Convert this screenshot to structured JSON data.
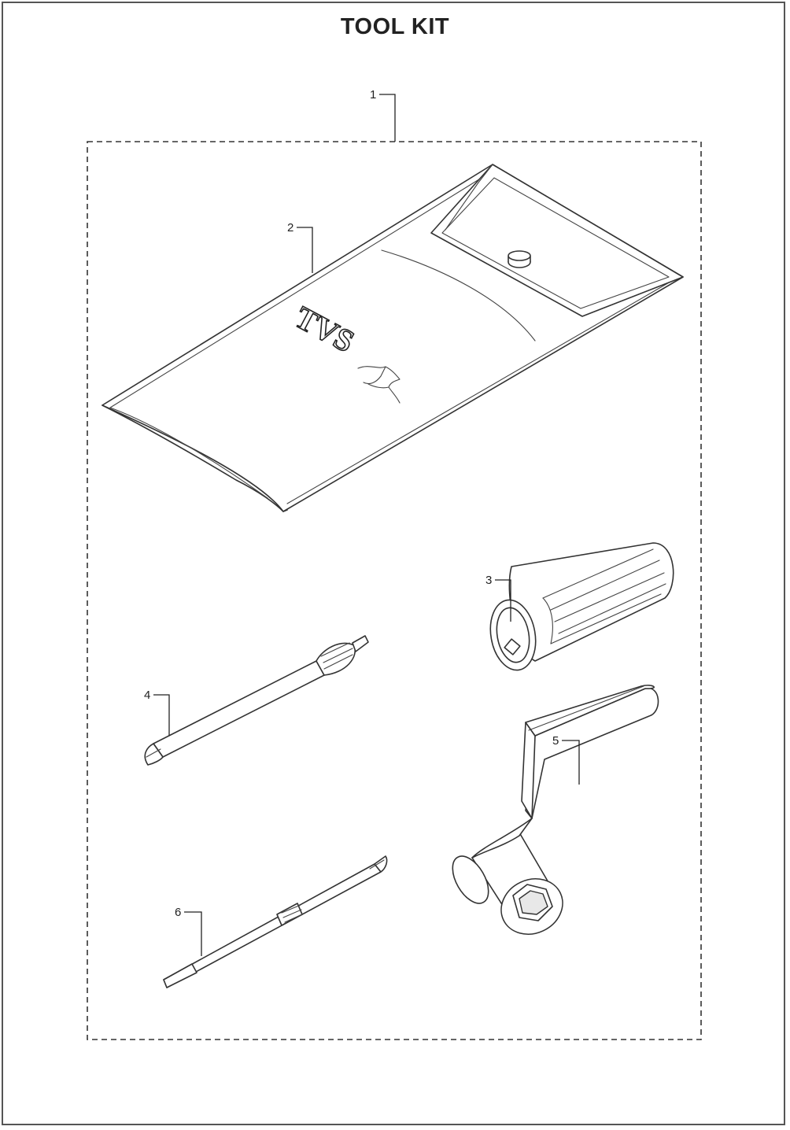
{
  "diagram": {
    "title": "TOOL KIT",
    "brand_logo_text": "TVS",
    "callouts": [
      {
        "label": "1",
        "part": "kit-boundary"
      },
      {
        "label": "2",
        "part": "tool-pouch"
      },
      {
        "label": "3",
        "part": "handle-grip"
      },
      {
        "label": "4",
        "part": "screwdriver-bit"
      },
      {
        "label": "5",
        "part": "spark-plug-spanner"
      },
      {
        "label": "6",
        "part": "double-ended-screwdriver"
      }
    ]
  },
  "colors": {
    "line": "#333333",
    "background": "#ffffff",
    "shade": "#e8e8e8"
  }
}
